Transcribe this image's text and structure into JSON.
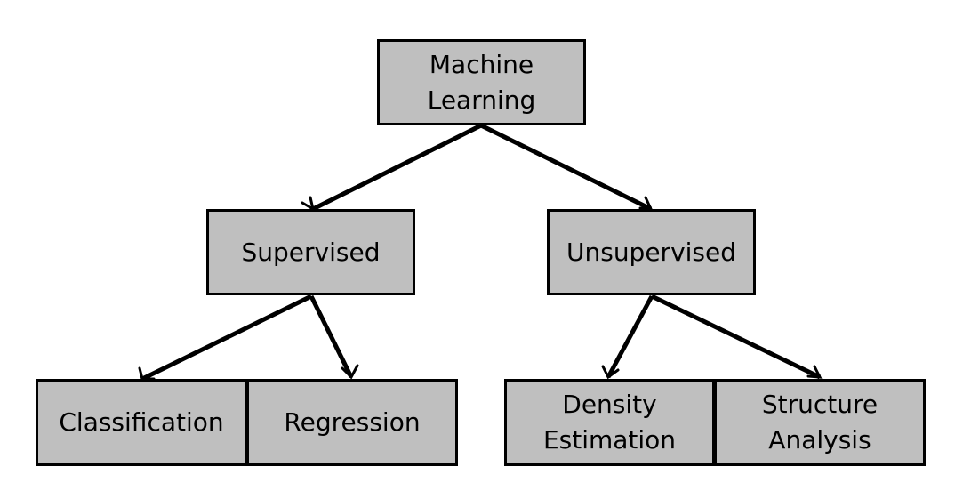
{
  "diagram": {
    "root": {
      "label": "Machine\nLearning"
    },
    "supervised": {
      "label": "Supervised"
    },
    "unsupervised": {
      "label": "Unsupervised"
    },
    "classification": {
      "label": "Classification"
    },
    "regression": {
      "label": "Regression"
    },
    "density_estimation": {
      "label": "Density\nEstimation"
    },
    "structure_analysis": {
      "label": "Structure\nAnalysis"
    }
  },
  "colors": {
    "box_fill": "#bfbfbf",
    "box_border": "#000000",
    "edge": "#000000",
    "background": "#ffffff"
  }
}
